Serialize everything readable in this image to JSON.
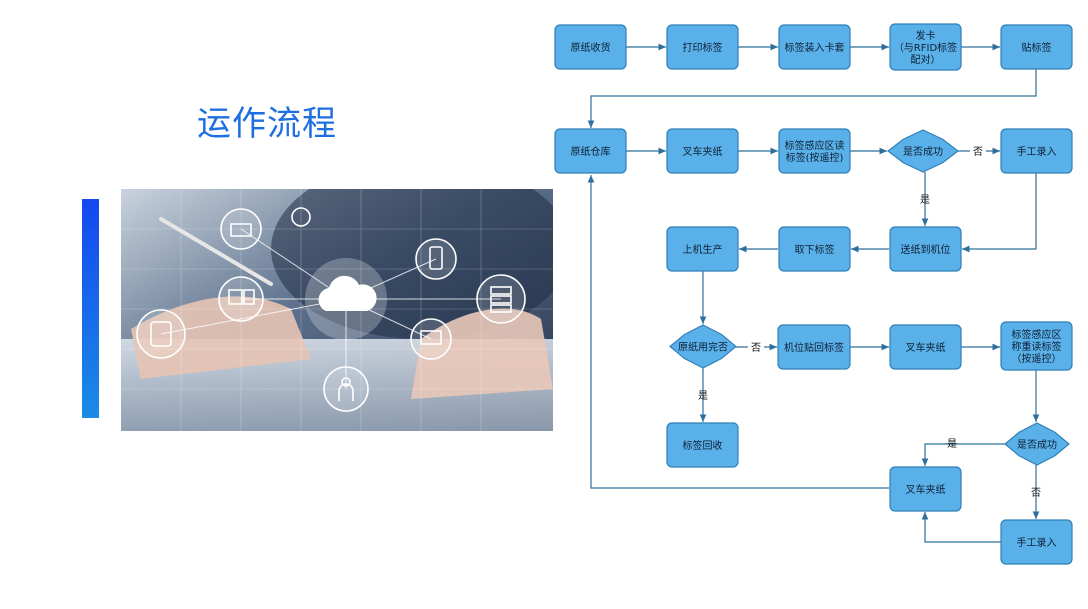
{
  "page": {
    "title": "运作流程"
  },
  "photo": {
    "description_icon": "cloud-network-photo"
  },
  "flow": {
    "nodes": [
      {
        "id": "n1",
        "lines": [
          "原纸收货"
        ]
      },
      {
        "id": "n2",
        "lines": [
          "打印标签"
        ]
      },
      {
        "id": "n3",
        "lines": [
          "标签装入卡套"
        ]
      },
      {
        "id": "n4",
        "lines": [
          "发卡",
          "（与RFID标签",
          "配对）"
        ]
      },
      {
        "id": "n5",
        "lines": [
          "贴标签"
        ]
      },
      {
        "id": "n6",
        "lines": [
          "原纸仓库"
        ]
      },
      {
        "id": "n7",
        "lines": [
          "叉车夹纸"
        ]
      },
      {
        "id": "n8",
        "lines": [
          "标签感应区读",
          "标签(按遥控)"
        ]
      },
      {
        "id": "n9",
        "lines": [
          "是否成功"
        ]
      },
      {
        "id": "n10",
        "lines": [
          "手工录入"
        ]
      },
      {
        "id": "n11",
        "lines": [
          "送纸到机位"
        ]
      },
      {
        "id": "n12",
        "lines": [
          "取下标签"
        ]
      },
      {
        "id": "n13",
        "lines": [
          "上机生产"
        ]
      },
      {
        "id": "n14",
        "lines": [
          "原纸用完否"
        ]
      },
      {
        "id": "n15",
        "lines": [
          "机位贴回标签"
        ]
      },
      {
        "id": "n16",
        "lines": [
          "叉车夹纸"
        ]
      },
      {
        "id": "n17",
        "lines": [
          "标签感应区",
          "称重读标签",
          "（按遥控）"
        ]
      },
      {
        "id": "n18",
        "lines": [
          "标签回收"
        ]
      },
      {
        "id": "n19",
        "lines": [
          "是否成功"
        ]
      },
      {
        "id": "n20",
        "lines": [
          "叉车夹纸"
        ]
      },
      {
        "id": "n21",
        "lines": [
          "手工录入"
        ]
      }
    ],
    "edge_labels": {
      "e1": "否",
      "e2": "是",
      "e3": "否",
      "e4": "是",
      "e5": "是",
      "e6": "否"
    }
  }
}
